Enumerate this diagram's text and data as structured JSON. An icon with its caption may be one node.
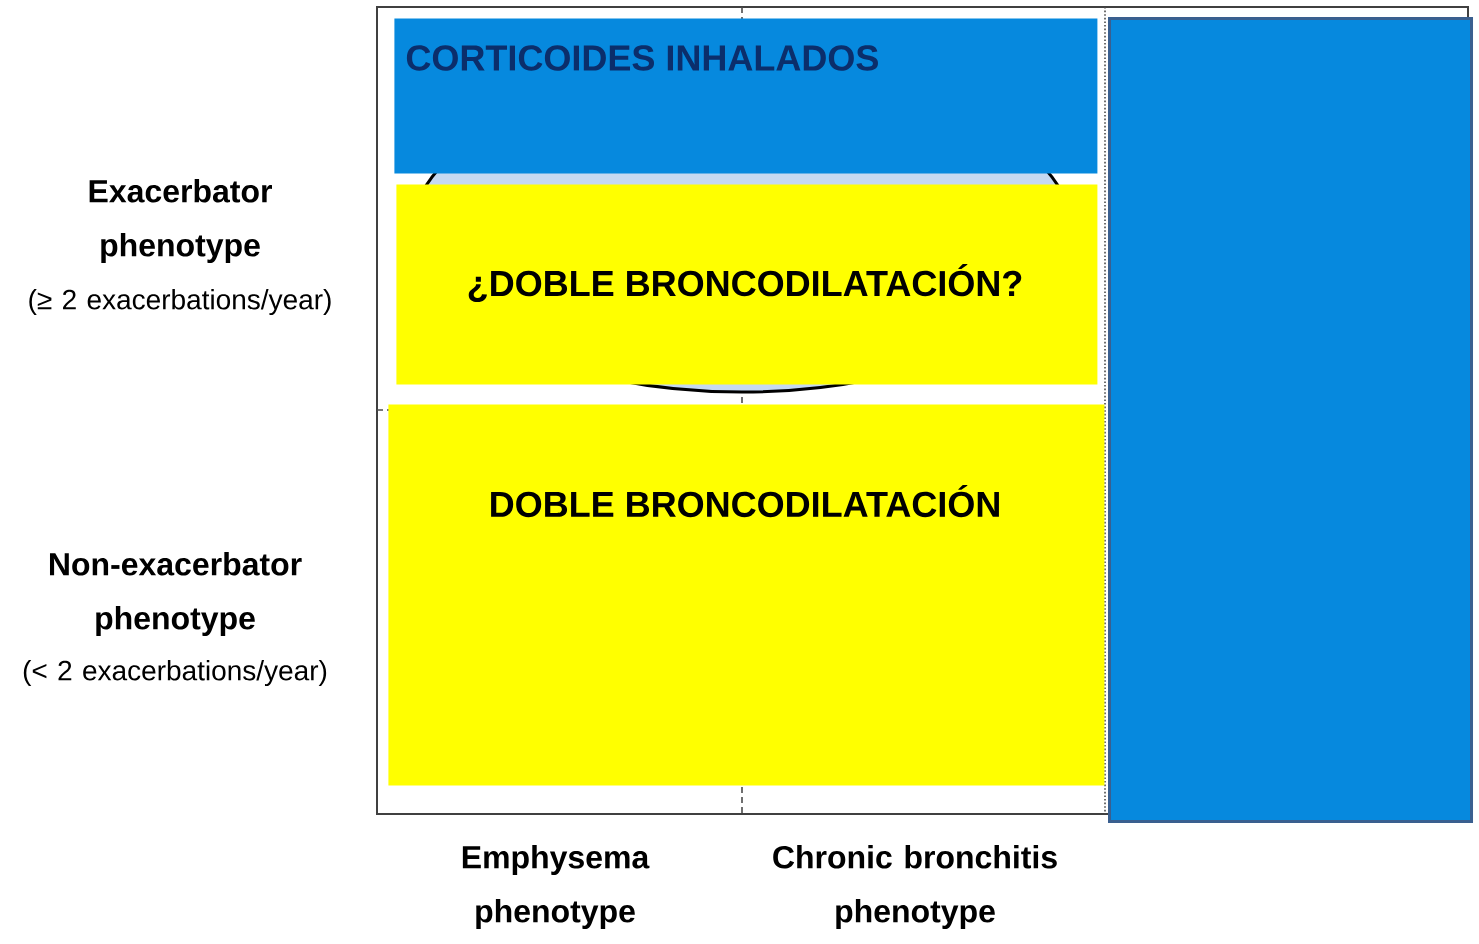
{
  "diagram": {
    "nodes": [
      {
        "text": [
          "CORTICOIDES INHALADOS"
        ]
      },
      {
        "text": [
          "¿DOBLE BRONCODILATACIÓN?"
        ]
      },
      {
        "text": [
          "DOBLE BRONCODILATACIÓN"
        ]
      },
      {
        "text": [],
        "shape": "box"
      }
    ],
    "labels": [
      "Exacerbator phenotype",
      "(≥ 2 exacerbations/year)",
      "Non-exacerbator phenotype",
      "(< 2 exacerbations/year)",
      "Emphysema phenotype",
      "Chronic bronchitis phenotype"
    ]
  }
}
